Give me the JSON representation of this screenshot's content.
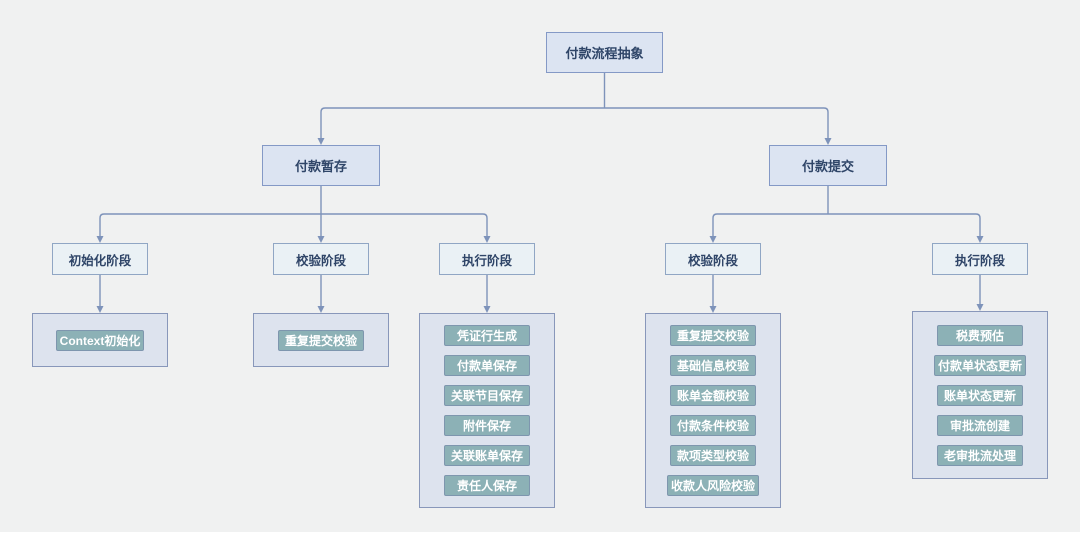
{
  "colors": {
    "canvas-bg": "#f0f1f1",
    "line": "#7e93ba",
    "lvl-fill": "#dce4f2",
    "lvl-border": "#8499c6",
    "phase-fill": "#eaf1f5",
    "phase-border": "#90a6c4",
    "group-fill": "#dde3ee",
    "group-border": "#8897ba",
    "step-fill": "#8cb1b6",
    "step-border": "#7e96ae",
    "node-text": "#2f4568",
    "step-text": "#ffffff"
  },
  "diagram": {
    "root": {
      "label": "付款流程抽象"
    },
    "branches": [
      {
        "label": "付款暂存"
      },
      {
        "label": "付款提交"
      }
    ],
    "phases": [
      {
        "label": "初始化阶段",
        "steps": [
          "Context初始化"
        ]
      },
      {
        "label": "校验阶段",
        "steps": [
          "重复提交校验"
        ]
      },
      {
        "label": "执行阶段",
        "steps": [
          "凭证行生成",
          "付款单保存",
          "关联节目保存",
          "附件保存",
          "关联账单保存",
          "责任人保存"
        ]
      },
      {
        "label": "校验阶段",
        "steps": [
          "重复提交校验",
          "基础信息校验",
          "账单金额校验",
          "付款条件校验",
          "款项类型校验",
          "收款人风险校验"
        ]
      },
      {
        "label": "执行阶段",
        "steps": [
          "税费预估",
          "付款单状态更新",
          "账单状态更新",
          "审批流创建",
          "老审批流处理"
        ]
      }
    ]
  }
}
